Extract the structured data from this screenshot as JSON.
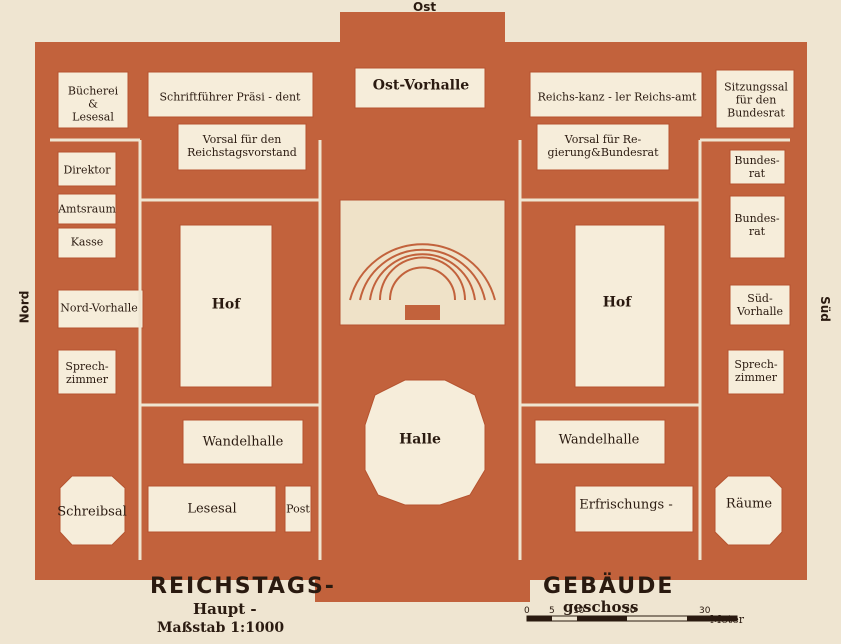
{
  "map": {
    "colors": {
      "background": "#efe5d1",
      "walls": "#c2623c",
      "room_fill": "#f6edda",
      "text": "#2a1a10"
    },
    "compass": {
      "top": "Ost",
      "left": "Nord",
      "right": "Süd"
    },
    "rooms": {
      "ost_vorhalle": "Ost-Vorhalle",
      "buecherei": "Bücherei\n&\nLesesal",
      "schriftfuehrer": "Schriftführer Präsi - dent",
      "reichskanzler": "Reichs-kanz - ler Reichs-amt",
      "sitzungssal": "Sitzungssal\nfür den\nBundesrat",
      "vorsal_links": "Vorsal für den\nReichstagsvorstand",
      "vorsal_rechts": "Vorsal für Re-\ngierung&Bundesrat",
      "direktor": "Direktor",
      "amtsraum": "Amtsraum",
      "kasse": "Kasse",
      "bundesrat_1": "Bundes-\nrat",
      "bundesrat_2": "Bundes-\nrat",
      "hof_links": "Hof",
      "hof_rechts": "Hof",
      "nord_vorhalle": "Nord-Vorhalle",
      "sued_vorhalle": "Süd-\nVorhalle",
      "sprechzimmer_links": "Sprech-\nzimmer",
      "sprechzimmer_rechts": "Sprech-\nzimmer",
      "halle": "Halle",
      "wandelhalle_links": "Wandelhalle",
      "wandelhalle_rechts": "Wandelhalle",
      "schreibsal": "Schreibsal",
      "lesesal": "Lesesal",
      "post": "Post",
      "erfrischungs": "Erfrischungs -",
      "raeume": "Räume"
    },
    "title": {
      "line1_left": "REICHSTAGS-",
      "line1_right": "GEBÄUDE",
      "line2_left": "Haupt -",
      "line2_right": "geschoss",
      "scale": "Maßstab 1:1000"
    },
    "scale_bar": {
      "ticks": [
        "0",
        "5",
        "10",
        "20",
        "30"
      ],
      "unit": "Meter"
    }
  }
}
